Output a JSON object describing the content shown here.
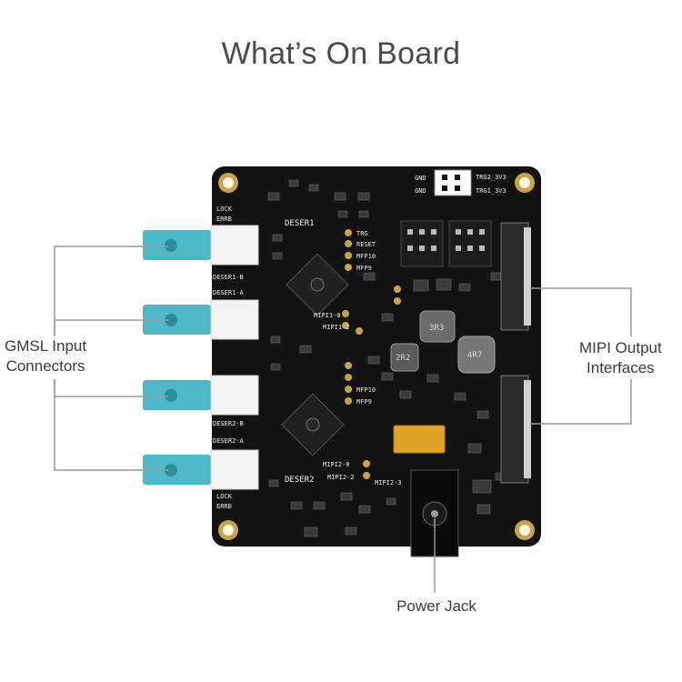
{
  "title": "What’s On Board",
  "labels": {
    "gmsl_line1": "GMSL Input",
    "gmsl_line2": "Connectors",
    "mipi_line1": "MIPI Output",
    "mipi_line2": "Interfaces",
    "power": "Power Jack"
  },
  "silkscreen": {
    "deser1": "DESER1",
    "deser2": "DESER2",
    "deser1_b": "DESER1-B",
    "deser1_a": "DESER1-A",
    "deser2_b": "DESER2-B",
    "deser2_a": "DESER2-A",
    "trg": "TRG",
    "reset": "RESET",
    "mfp10": "MFP10",
    "mfp9": "MFP9",
    "mipi1_0": "MIPI1-0",
    "mipi1_2": "MIPI1-2",
    "mipi2_0": "MIPI2-0",
    "mipi2_2": "MIPI2-2",
    "mipi2_3": "MIPI2-3",
    "lock": "LOCK",
    "errb": "ERRB",
    "trg2": "TRG2_3V3",
    "trg1": "TRG1_3V3",
    "ind1": "3R3",
    "ind2": "4R7",
    "ind3": "2R2",
    "gnd": "GND"
  },
  "colors": {
    "board": "#121212",
    "pad_gold": "#c9a24a",
    "connector_blue": "#4fb8c8",
    "tantalum": "#e0a526",
    "leader_line": "#9a9a9a"
  }
}
